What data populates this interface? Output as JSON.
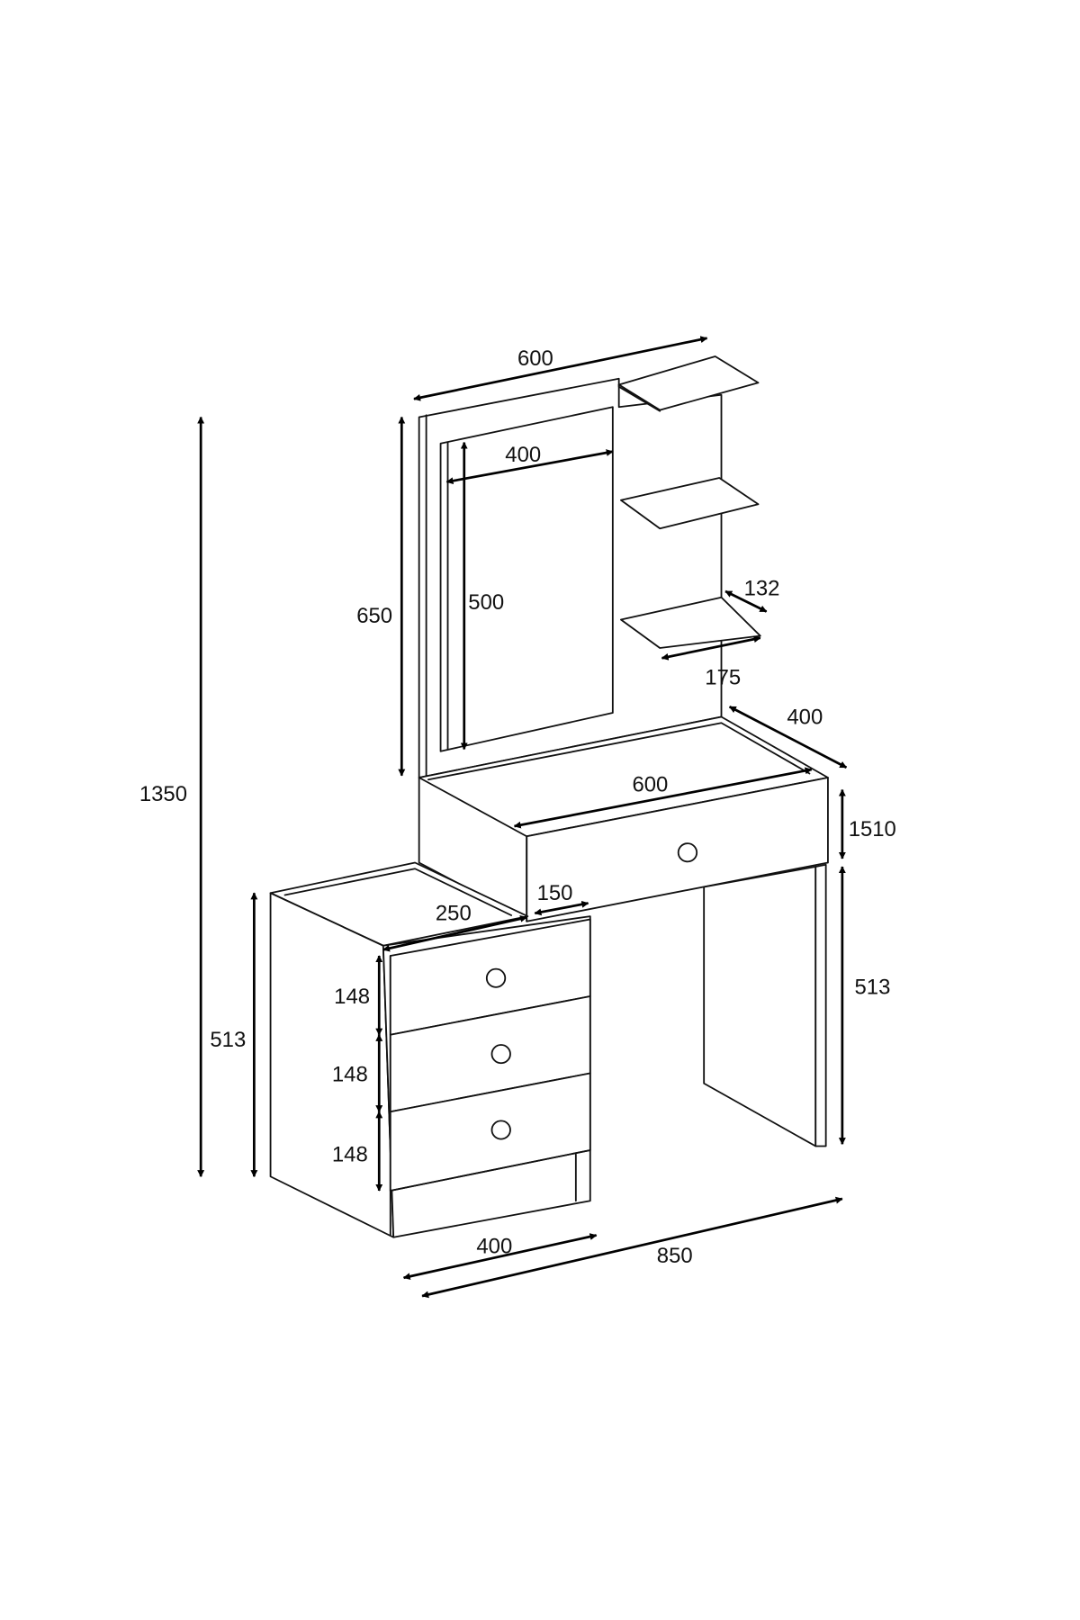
{
  "dimensions": {
    "overall_height": "1350",
    "hutch_width": "600",
    "mirror_width": "400",
    "hutch_height": "650",
    "mirror_height": "500",
    "shelf_depth": "132",
    "shelf_length": "175",
    "table_depth": "400",
    "drawer_width": "600",
    "drawer_height": "1510",
    "left_leg_height": "513",
    "right_leg_height": "513",
    "cabinet_top_depth": "250",
    "gap_width": "150",
    "drawer1_height": "148",
    "drawer2_height": "148",
    "drawer3_height": "148",
    "cabinet_width": "400",
    "total_width": "850"
  }
}
